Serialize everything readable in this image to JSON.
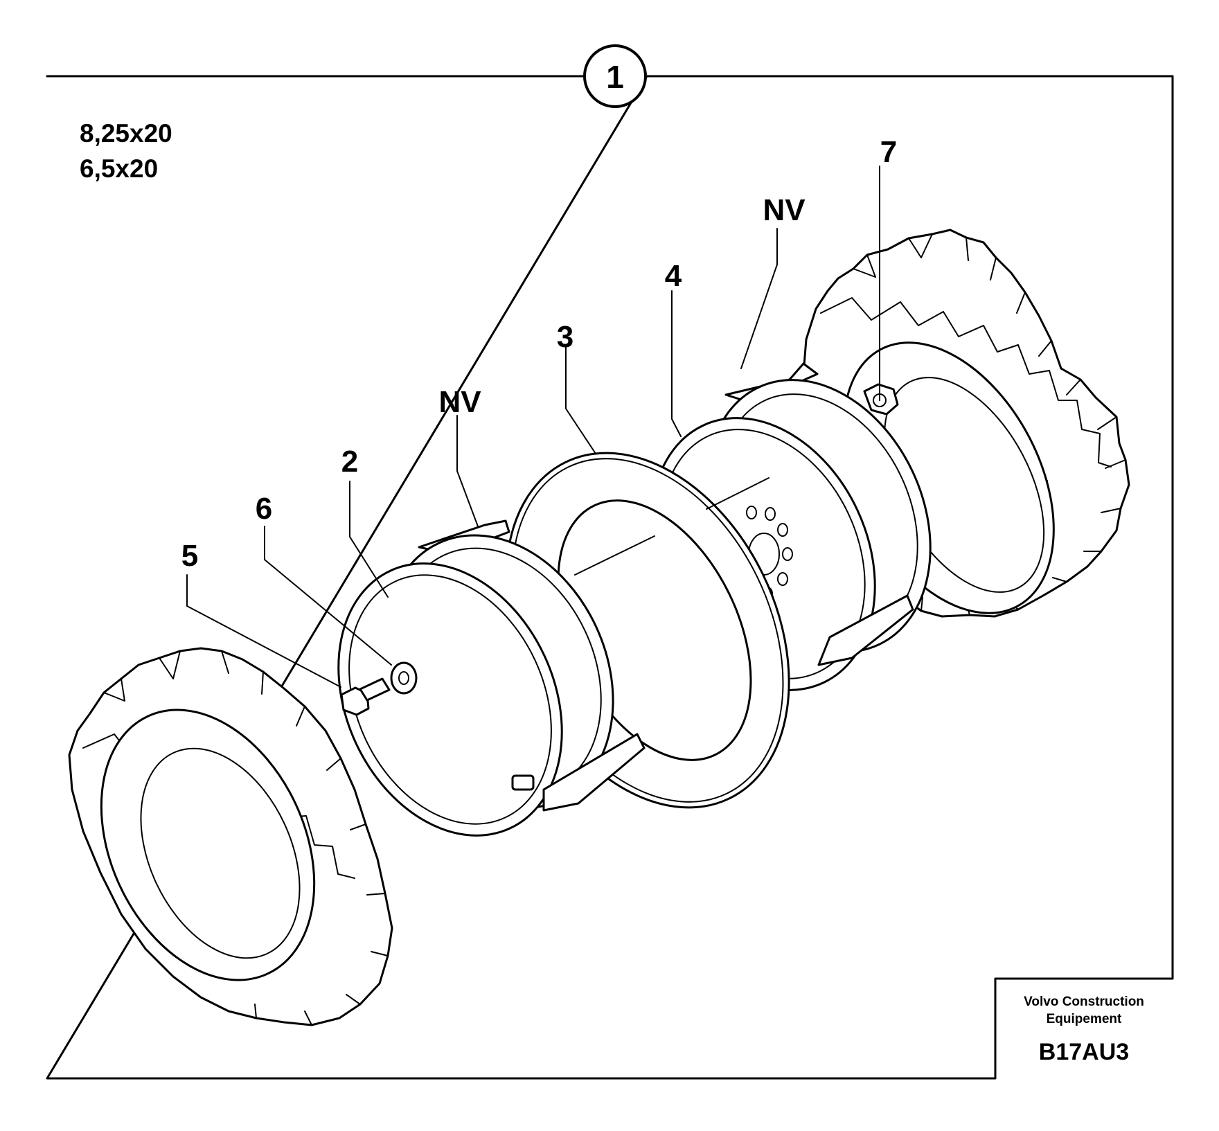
{
  "figure_number": "1",
  "sizes": [
    "8,25x20",
    "6,5x20"
  ],
  "callouts": {
    "c2": "2",
    "c3": "3",
    "c4": "4",
    "c5": "5",
    "c6": "6",
    "c7": "7",
    "nv_left": "NV",
    "nv_right": "NV"
  },
  "title_block": {
    "company_line1": "Volvo Construction",
    "company_line2": "Equipement",
    "code": "B17AU3"
  }
}
